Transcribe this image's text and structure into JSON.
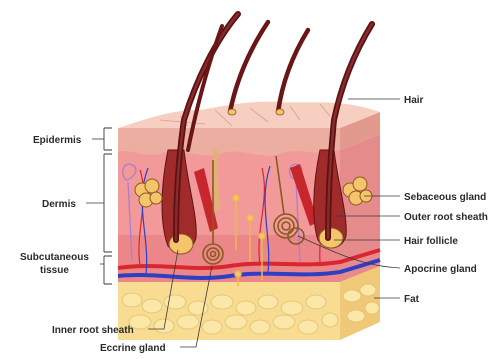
{
  "diagram": {
    "left_labels": {
      "epidermis": "Epidermis",
      "dermis": "Dermis",
      "subcutaneous_line1": "Subcutaneous",
      "subcutaneous_line2": "tissue"
    },
    "right_labels": {
      "hair": "Hair",
      "sebaceous_gland": "Sebaceous gland",
      "outer_root_sheath": "Outer root sheath",
      "hair_follicle": "Hair follicle",
      "apocrine_gland": "Apocrine gland",
      "fat": "Fat"
    },
    "bottom_labels": {
      "inner_root_sheath": "Inner root sheath",
      "eccrine_gland": "Eccrine gland"
    }
  },
  "colors": {
    "epidermis_top": "#f7cfc1",
    "epidermis_side": "#ecaea0",
    "dermis": "#f29a99",
    "dermis_deep": "#e97f82",
    "fat_layer": "#f8dc92",
    "fat_cells": "#fbe7a8",
    "hair": "#7a1f1f",
    "hair_dark": "#4d0d10",
    "artery": "#d9262f",
    "vein": "#2e3fc4",
    "gland": "#f6c46a",
    "gland_outline": "#8a5a1f",
    "nerve": "#b07ad0"
  }
}
